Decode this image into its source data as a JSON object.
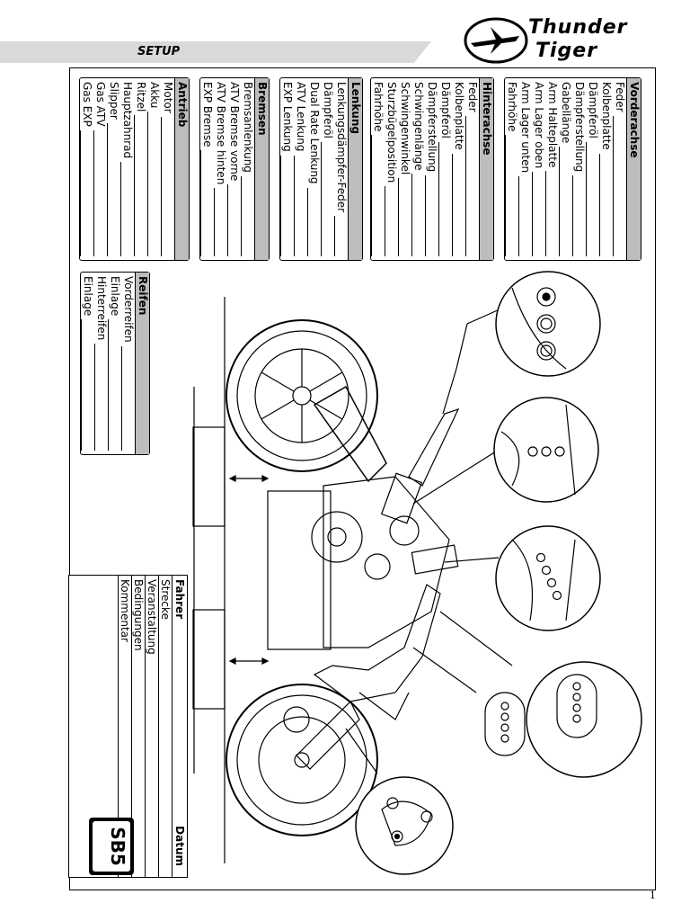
{
  "header": {
    "title": "SETUP"
  },
  "logo": {
    "line1": "Thunder",
    "line2": "Tiger"
  },
  "page_number": "1",
  "sections": {
    "vorderachse": {
      "title": "Vorderachse",
      "items": [
        "Feder",
        "Kolbenplatte",
        "Dämpferöl",
        "Dämpferstellung",
        "Gabellänge",
        "Arm Halteplatte",
        "Arm Lager oben",
        "Arm Lager unten",
        "Fahrhöhe"
      ]
    },
    "hinterachse": {
      "title": "Hinterachse",
      "items": [
        "Feder",
        "Kolbenplatte",
        "Dämpferöl",
        "Dämpferstellung",
        "Schwingenlänge",
        "Schwingenwinkel",
        "Sturzbügelposition",
        "Fahrhöhe"
      ]
    },
    "lenkung": {
      "title": "Lenkung",
      "items": [
        "Lenkungsdämpfer-Feder",
        "Dämpferöl",
        "Dual Rate Lenkung",
        "ATV Lenkung",
        "EXP Lenkung"
      ]
    },
    "bremsen": {
      "title": "Bremsen",
      "items": [
        "Bremsanlenkung",
        "ATV Bremse vorne",
        "ATV Bremse hinten",
        "EXP Bremse"
      ]
    },
    "antrieb": {
      "title": "Antrieb",
      "items": [
        "Motor",
        "Akku",
        "Ritzel",
        "Hauptzahnrad",
        "Slipper",
        "Gas ATV",
        "Gas EXP"
      ]
    },
    "reifen": {
      "title": "Reifen",
      "items": [
        "Vorderreifen",
        "Einlage",
        "Hinterreifen",
        "Einlage"
      ]
    }
  },
  "driver_form": {
    "title": "Fahrer",
    "date_label": "Datum",
    "items": [
      "Strecke",
      "Veranstaltung",
      "Bedingungen",
      "Kommentar"
    ]
  },
  "badge_text": "SB5"
}
